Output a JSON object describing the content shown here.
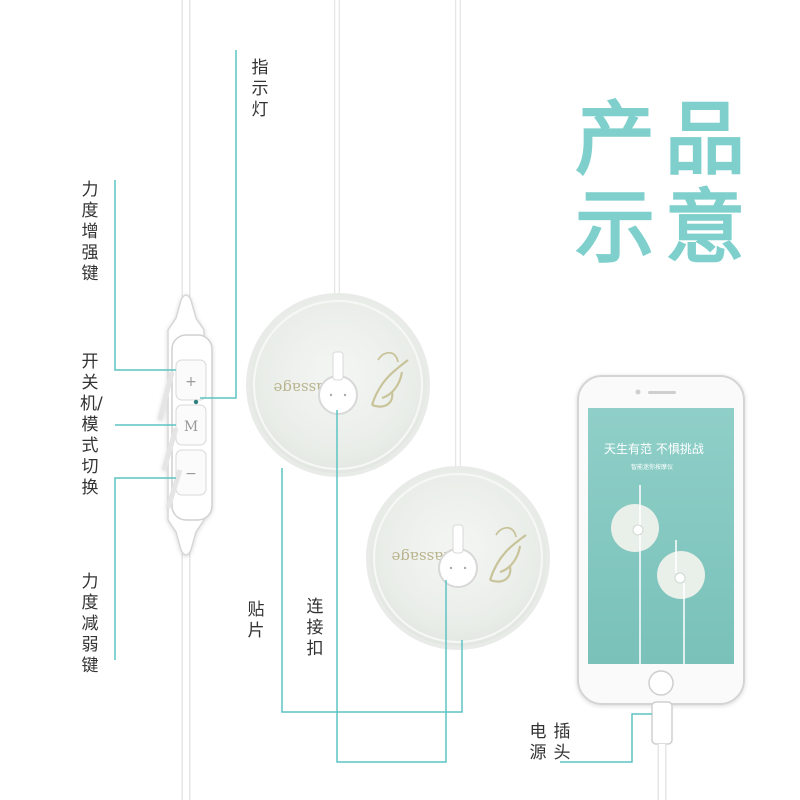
{
  "title": {
    "line1": "产品",
    "line2": "示意"
  },
  "labels": {
    "indicator": "指示灯",
    "plus_key": "力度增强键",
    "power_mode_key": "开关机/模式切换",
    "minus_key": "力度减弱键",
    "pad": "贴片",
    "connector": "连接扣",
    "plug": {
      "col1": "电源",
      "col2": "插头"
    }
  },
  "controller": {
    "plus": "+",
    "mode": "M",
    "minus": "−"
  },
  "pad_logo": "Massage",
  "phone": {
    "headline": "天生有范 不惧挑战",
    "subline": "智能迷你按摩仪"
  },
  "colors": {
    "accent": "#7fd0cd",
    "leader_line": "#5cc3c3",
    "phone_screen": "#86c9c2",
    "pad_fill": "#eef1ee"
  }
}
